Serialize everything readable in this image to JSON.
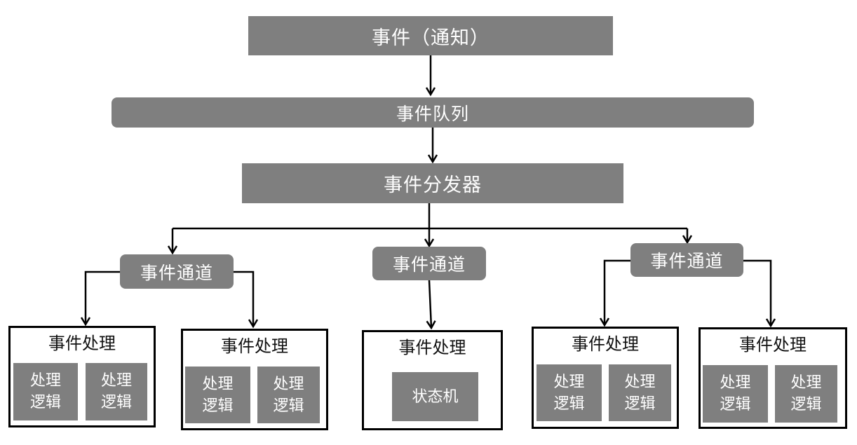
{
  "nodes": {
    "event": "事件（通知）",
    "queue": "事件队列",
    "dispatcher": "事件分发器",
    "channels": [
      "事件通道",
      "事件通道",
      "事件通道"
    ],
    "handlers": [
      {
        "title": "事件处理",
        "blocks": [
          [
            "处理",
            "逻辑"
          ],
          [
            "处理",
            "逻辑"
          ]
        ]
      },
      {
        "title": "事件处理",
        "blocks": [
          [
            "处理",
            "逻辑"
          ],
          [
            "处理",
            "逻辑"
          ]
        ]
      },
      {
        "title": "事件处理",
        "blocks": [
          [
            "状态机"
          ]
        ]
      },
      {
        "title": "事件处理",
        "blocks": [
          [
            "处理",
            "逻辑"
          ],
          [
            "处理",
            "逻辑"
          ]
        ]
      },
      {
        "title": "事件处理",
        "blocks": [
          [
            "处理",
            "逻辑"
          ],
          [
            "处理",
            "逻辑"
          ]
        ]
      }
    ]
  },
  "colors": {
    "node_fill": "#7f7f7f",
    "node_text": "#ffffff",
    "border": "#000000",
    "background": "#ffffff"
  }
}
